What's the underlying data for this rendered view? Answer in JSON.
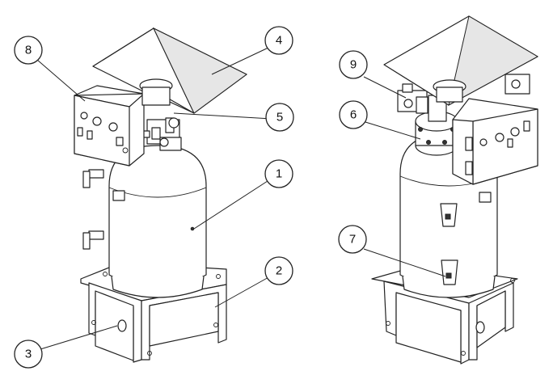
{
  "callouts": {
    "c1": "1",
    "c2": "2",
    "c3": "3",
    "c4": "4",
    "c5": "5",
    "c6": "6",
    "c7": "7",
    "c8": "8",
    "c9": "9"
  },
  "colors": {
    "line": "#222222",
    "background": "#ffffff",
    "shade": "#e6e6e6"
  }
}
